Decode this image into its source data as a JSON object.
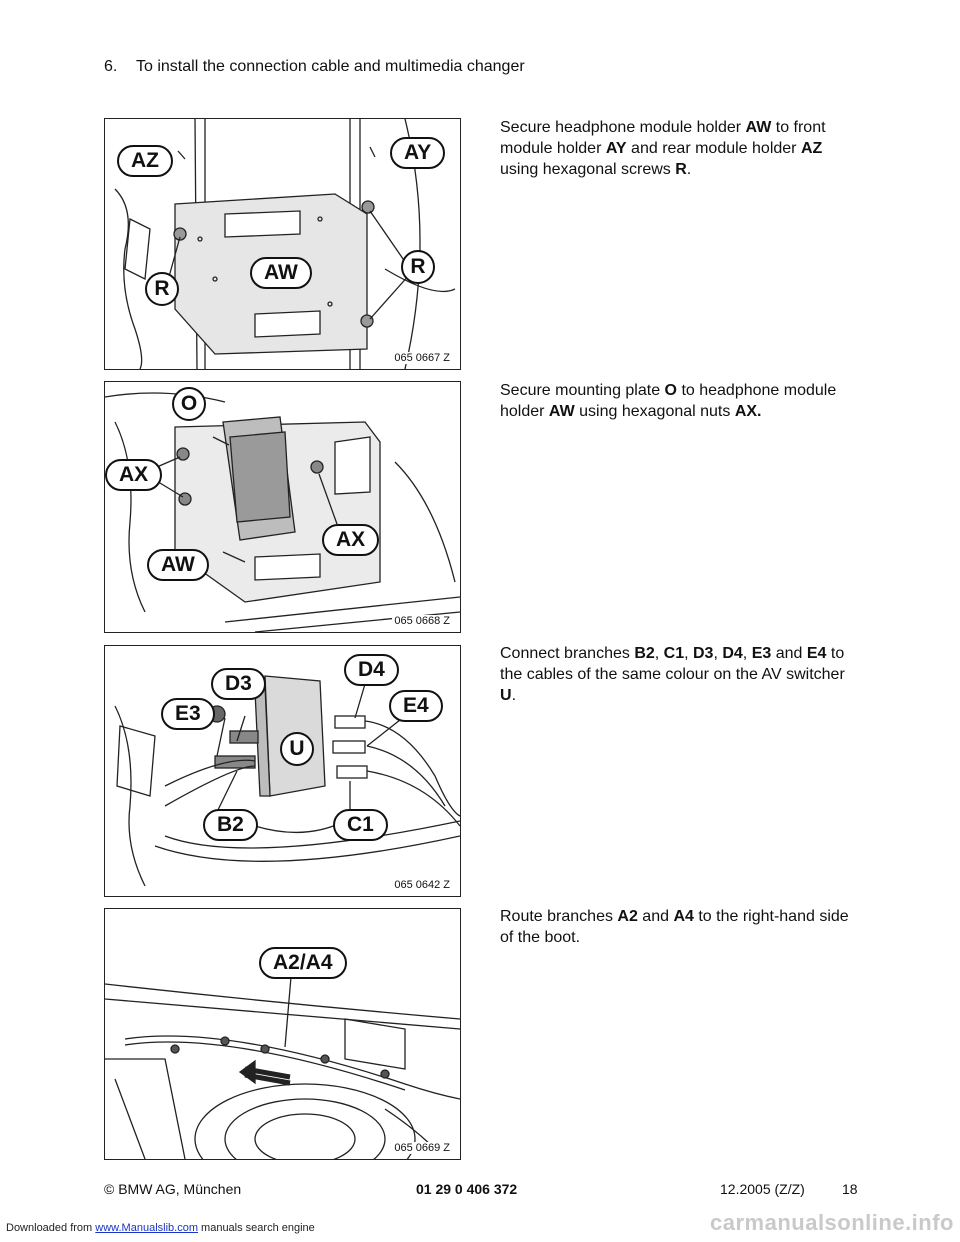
{
  "heading": {
    "number": "6.",
    "text": "To install the connection cable and multimedia changer"
  },
  "steps": [
    {
      "code": "065 0667 Z",
      "callouts": [
        "AZ",
        "AY",
        "AW",
        "R",
        "R"
      ],
      "text": [
        {
          "t": "Secure headphone module holder ",
          "b": false
        },
        {
          "t": "AW",
          "b": true
        },
        {
          "t": " to front module holder ",
          "b": false
        },
        {
          "t": "AY",
          "b": true
        },
        {
          "t": " and rear module holder ",
          "b": false
        },
        {
          "t": "AZ",
          "b": true
        },
        {
          "t": " using hexagonal screws ",
          "b": false
        },
        {
          "t": "R",
          "b": true
        },
        {
          "t": ".",
          "b": false
        }
      ]
    },
    {
      "code": "065 0668 Z",
      "callouts": [
        "O",
        "AX",
        "AX",
        "AW"
      ],
      "text": [
        {
          "t": "Secure mounting plate ",
          "b": false
        },
        {
          "t": "O",
          "b": true
        },
        {
          "t": " to headphone module holder ",
          "b": false
        },
        {
          "t": "AW",
          "b": true
        },
        {
          "t": " using hexagonal nuts ",
          "b": false
        },
        {
          "t": "AX.",
          "b": true
        }
      ]
    },
    {
      "code": "065 0642 Z",
      "callouts": [
        "D4",
        "D3",
        "E4",
        "E3",
        "U",
        "B2",
        "C1"
      ],
      "text": [
        {
          "t": "Connect branches ",
          "b": false
        },
        {
          "t": "B2",
          "b": true
        },
        {
          "t": ", ",
          "b": false
        },
        {
          "t": "C1",
          "b": true
        },
        {
          "t": ", ",
          "b": false
        },
        {
          "t": "D3",
          "b": true
        },
        {
          "t": ", ",
          "b": false
        },
        {
          "t": "D4",
          "b": true
        },
        {
          "t": ", ",
          "b": false
        },
        {
          "t": "E3",
          "b": true
        },
        {
          "t": " and ",
          "b": false
        },
        {
          "t": "E4",
          "b": true
        },
        {
          "t": " to the cables of the same colour on the AV switcher ",
          "b": false
        },
        {
          "t": "U",
          "b": true
        },
        {
          "t": ".",
          "b": false
        }
      ]
    },
    {
      "code": "065 0669 Z",
      "callouts": [
        "A2/A4"
      ],
      "text": [
        {
          "t": "Route branches ",
          "b": false
        },
        {
          "t": "A2",
          "b": true
        },
        {
          "t": " and ",
          "b": false
        },
        {
          "t": "A4",
          "b": true
        },
        {
          "t": " to the right-hand side of the boot.",
          "b": false
        }
      ]
    }
  ],
  "footer": {
    "copyright": "© BMW AG, München",
    "part_number": "01 29 0 406 372",
    "date": "12.2005 (Z/Z)",
    "page": "18"
  },
  "download": {
    "prefix": "Downloaded from ",
    "link": "www.Manualslib.com",
    "suffix": "  manuals search engine"
  },
  "watermark": "carmanualsonline.info"
}
